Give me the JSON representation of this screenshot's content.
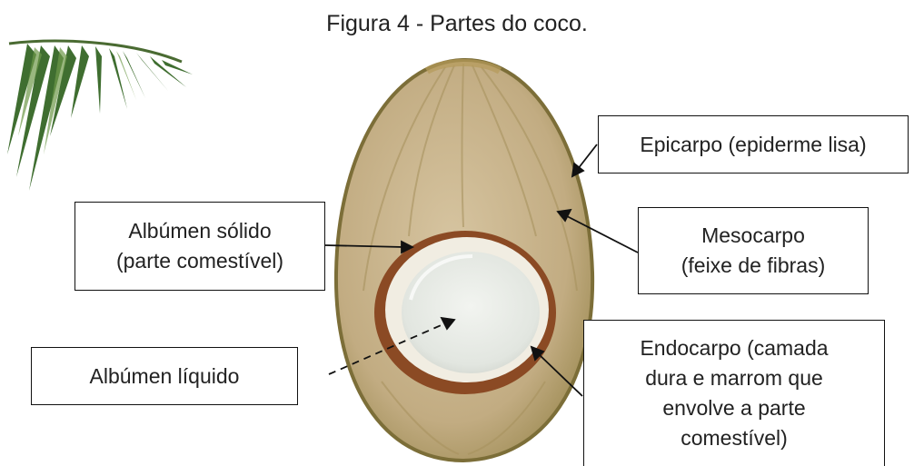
{
  "figure": {
    "title": "Figura 4 - Partes do coco."
  },
  "labels": {
    "epicarpo": "Epicarpo (epiderme lisa)",
    "mesocarpo": "Mesocarpo\n(feixe de fibras)",
    "albumen_solido": "Albúmen sólido\n(parte comestível)",
    "albumen_liquido": "Albúmen líquido",
    "endocarpo": "Endocarpo (camada\ndura e marrom que\nenvolve a parte\ncomestível)"
  },
  "colors": {
    "husk": "#c9b48d",
    "husk_edge": "#8a7a3e",
    "shell": "#8b4a24",
    "meat": "#f1ede2",
    "cavity": "#e4e7e2",
    "leaf": "#3f6e30",
    "line": "#111111"
  }
}
